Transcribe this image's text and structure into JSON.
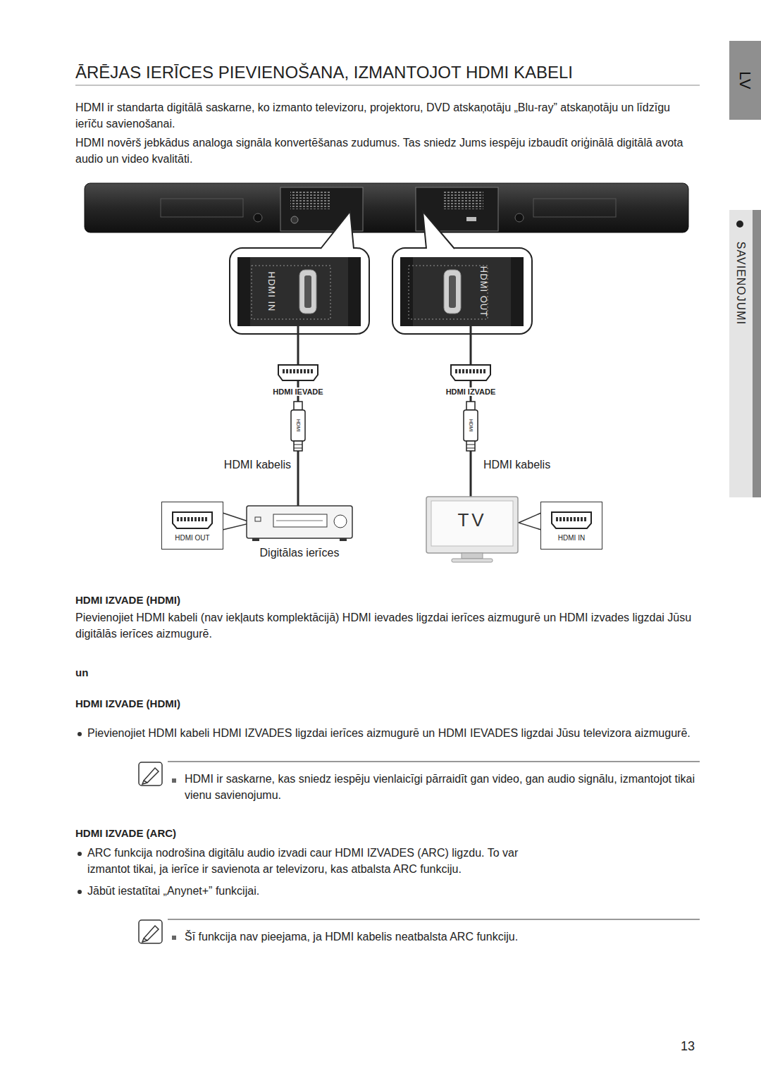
{
  "diagram": {
    "title": "ĀRĒJAS IERĪCES PIEVIENOŠANA, IZMANTOJOT HDMI KABELI",
    "nodes": [
      {
        "text": [
          "HDMI IN"
        ]
      },
      {
        "text": [
          "HDMI OUT"
        ]
      },
      {
        "text": [
          "HDMI OUT"
        ]
      },
      {
        "text": [
          "Digitālas ierīces"
        ]
      },
      {
        "text": [
          "TV"
        ]
      },
      {
        "text": [
          "HDMI IN"
        ]
      }
    ],
    "edges": [
      {
        "from": 0,
        "to": 3,
        "label": "HDMI kabelis",
        "arrow": "none"
      },
      {
        "from": 1,
        "to": 4,
        "label": "HDMI kabelis",
        "arrow": "none"
      }
    ],
    "labels": [
      "LV",
      "SAVIENOJUMI",
      "HDMI ir standarta digitālā saskarne, ko izmanto televizoru, projektoru, DVD atskaņotāju „Blu-ray” atskaņotāju un līdzīgu ierīču savienošanai.",
      "HDMI novērš jebkādus analoga signāla konvertēšanas zudumus. Tas sniedz Jums iespēju izbaudīt oriģinālā digitālā avota audio un video kvalitāti.",
      "HDMI IEVADE",
      "HDMI",
      "HDMI IZVADE",
      "HDMI",
      "HDMI IZVADE (HDMI)",
      "Pievienojiet HDMI kabeli (nav iekļauts komplektācijā) HDMI ievades ligzdai ierīces aizmugurē un HDMI izvades ligzdai Jūsu digitālās ierīces aizmugurē.",
      "un",
      "HDMI IZVADE (HDMI)",
      "Pievienojiet HDMI kabeli HDMI IZVADES ligzdai ierīces aizmugurē un HDMI IEVADES ligzdai Jūsu televizora aizmugurē.",
      "HDMI ir saskarne, kas sniedz iespēju vienlaicīgi pārraidīt gan video, gan audio signālu, izmantojot tikai vienu savienojumu.",
      "HDMI IZVADE (ARC)",
      "ARC funkcija nodrošina digitālu audio izvadi caur HDMI IZVADES (ARC) ligzdu. To var izmantot tikai, ja ierīce ir savienota ar televizoru, kas atbalsta ARC funkciju.",
      "Jābūt iestatītai „Anynet+” funkcijai.",
      "Šī funkcija nav pieejama, ja HDMI kabelis neatbalsta ARC funkciju.",
      "13"
    ]
  }
}
